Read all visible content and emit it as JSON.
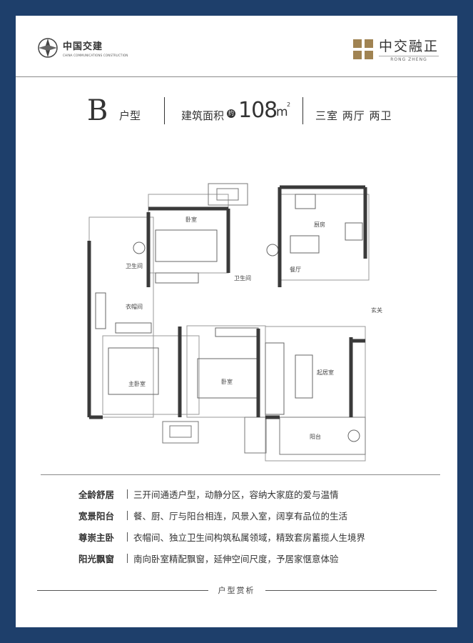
{
  "brand": {
    "left_cn": "中国交建",
    "left_en": "CHINA COMMUNICATIONS CONSTRUCTION",
    "right_cn": "中交融正",
    "right_en": "RONG ZHENG",
    "right_color": "#a08352"
  },
  "header": {
    "type_letter": "B",
    "type_label": "户型",
    "area_label": "建筑面积",
    "area_approx": "约",
    "area_value": "108",
    "area_unit": "m",
    "area_sup": "2",
    "rooms": "三室 两厅 两卫"
  },
  "plan": {
    "rooms": {
      "bedroom1": "卧室",
      "kitchen": "厨房",
      "bath1": "卫生间",
      "bath2": "卫生间",
      "dining": "餐厅",
      "closet": "衣帽间",
      "entrance": "玄关",
      "master": "主卧室",
      "bedroom2": "卧室",
      "living": "起居室",
      "balcony": "阳台"
    }
  },
  "features": [
    {
      "title": "全龄舒居",
      "text": "三开间通透户型，动静分区，容纳大家庭的爱与温情"
    },
    {
      "title": "宽景阳台",
      "text": "餐、厨、厅与阳台相连，风景入室，阔享有品位的生活"
    },
    {
      "title": "尊崇主卧",
      "text": "衣帽间、独立卫生间构筑私属领域，精致套房蓄揽人生境界"
    },
    {
      "title": "阳光飘窗",
      "text": "南向卧室精配飘窗，延伸空间尺度，予居家惬意体验"
    }
  ],
  "footer": {
    "label": "户型赏析"
  },
  "colors": {
    "frame": "#1e3f6b",
    "wall": "#3a3a3a"
  }
}
